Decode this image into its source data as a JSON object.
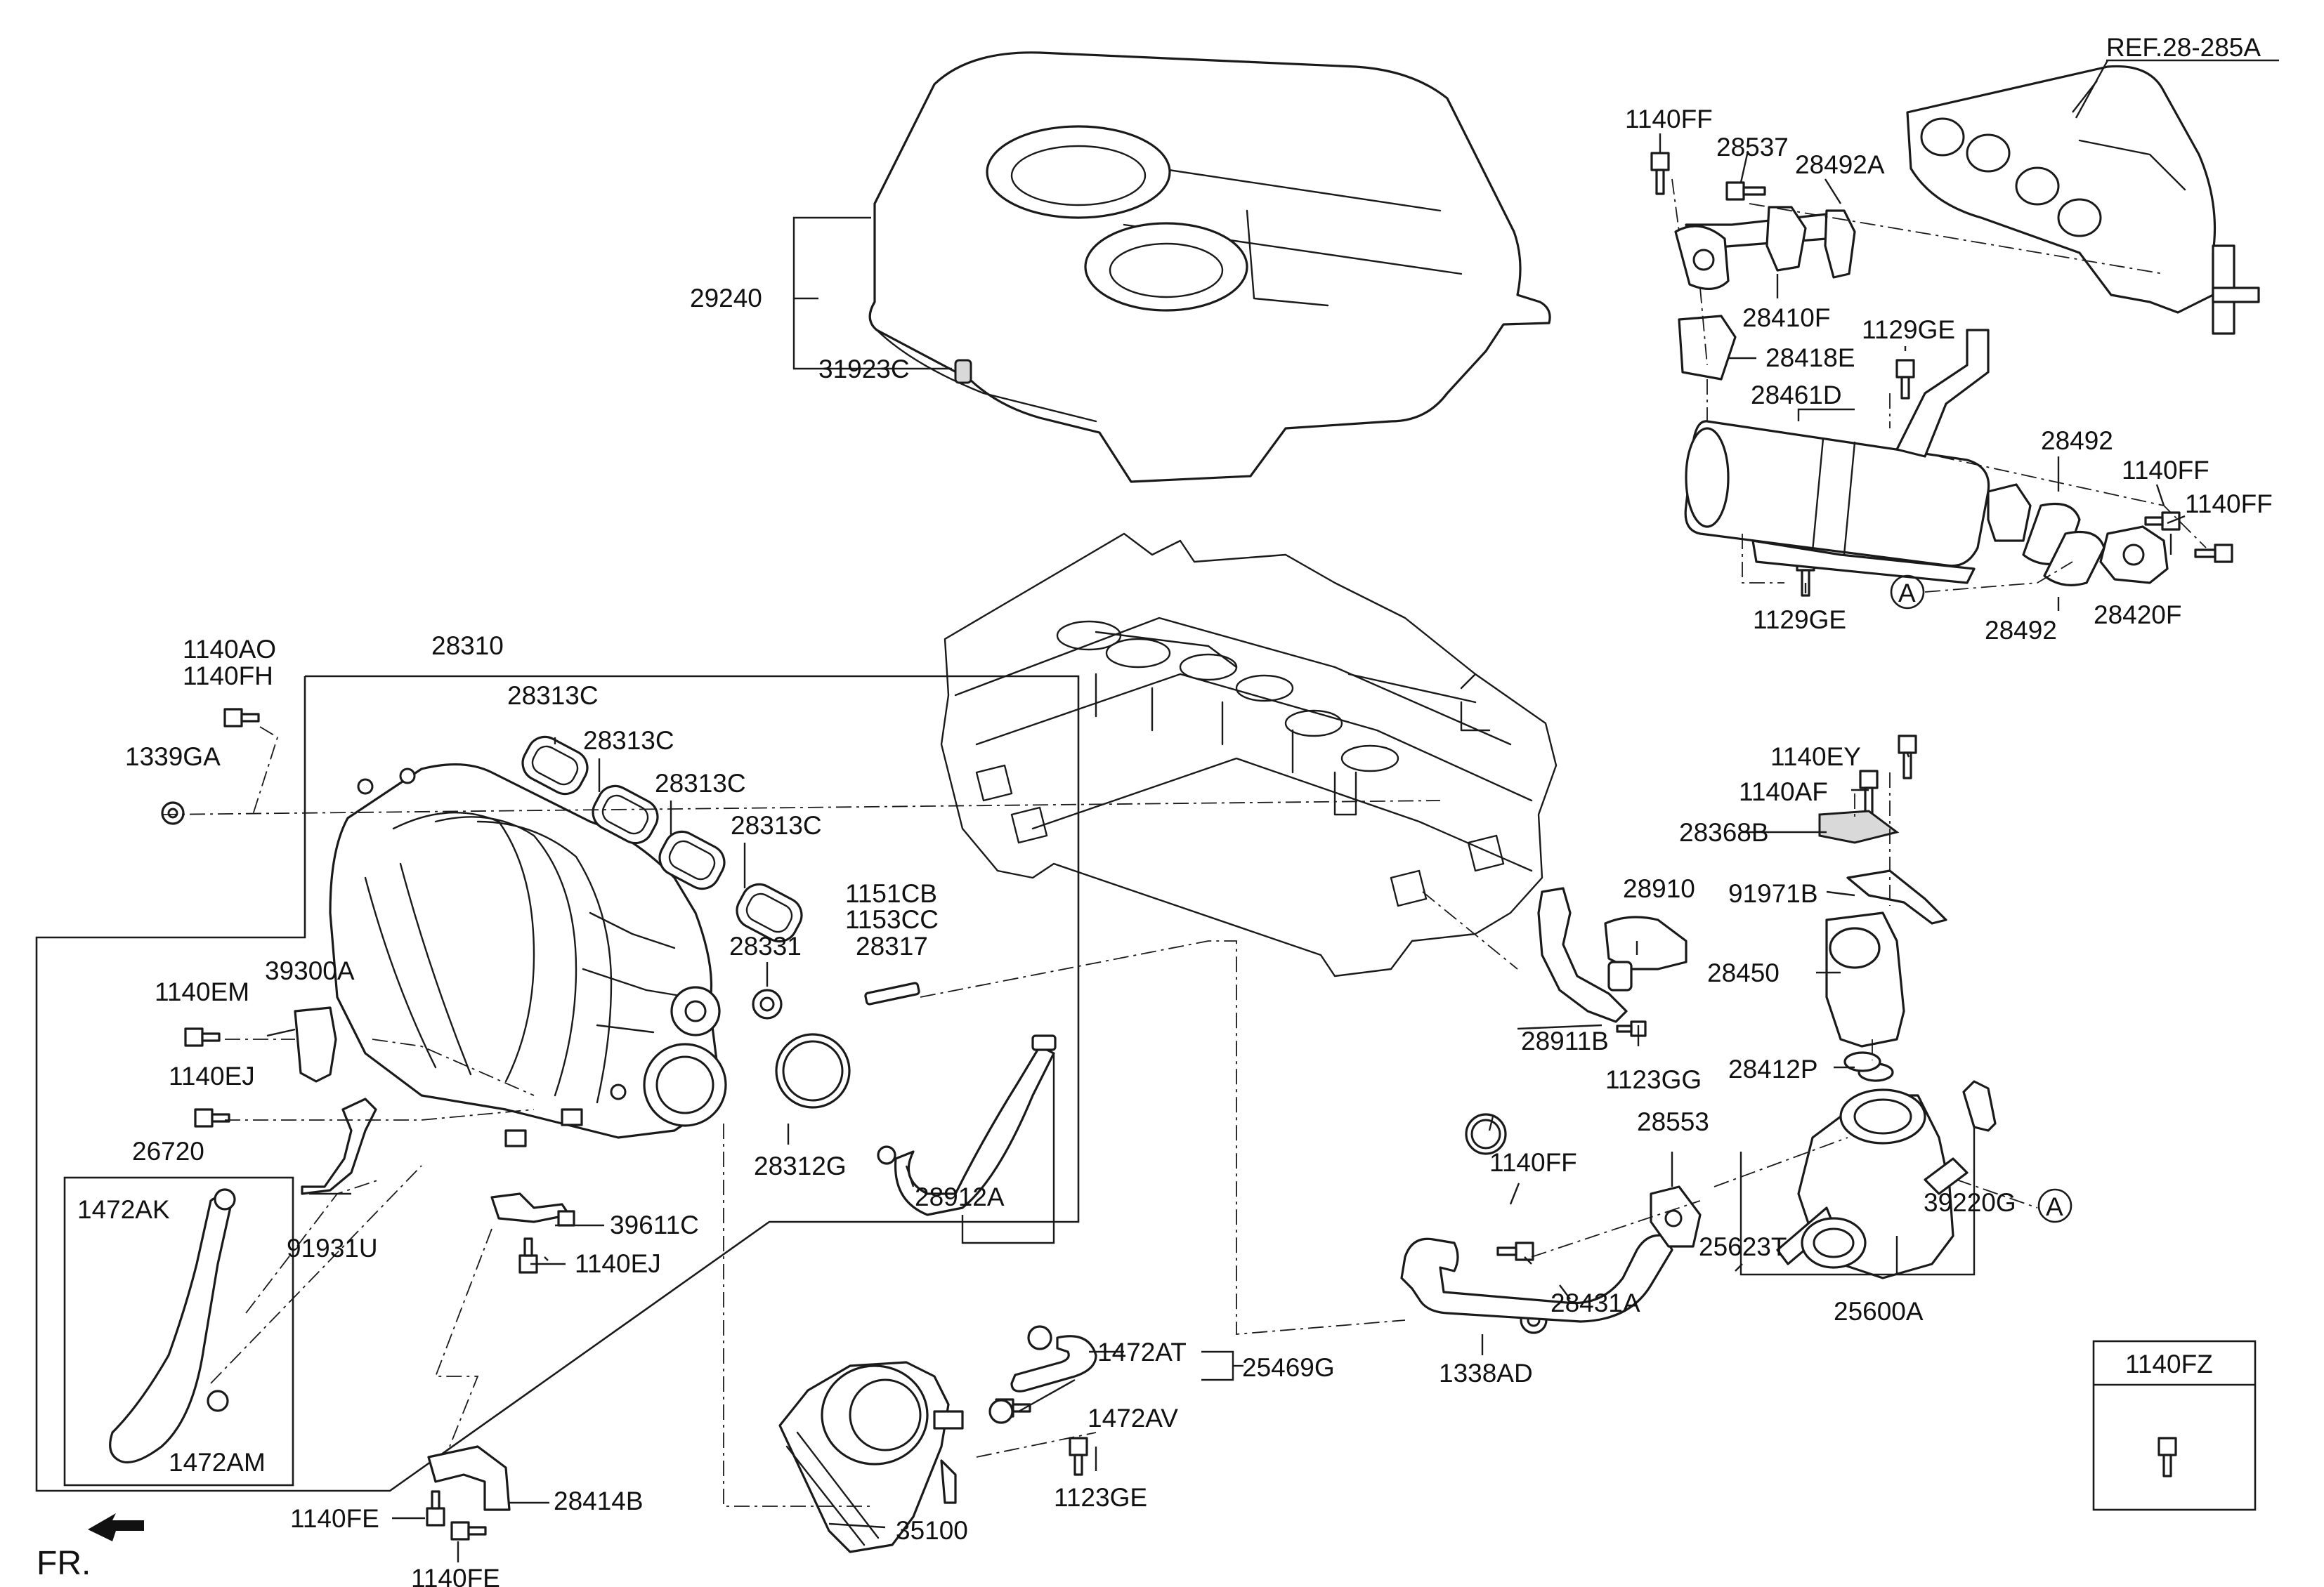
{
  "diagram": {
    "reference_label": "REF.28-285A",
    "front_marker": "FR.",
    "detail_marker": "A",
    "inset_part": "1140FZ",
    "parts": {
      "engine_cover": "29240",
      "cover_grommet": "31923C",
      "intake_manifold_assy": "28310",
      "manifold_gaskets": [
        "28313C",
        "28313C",
        "28313C",
        "28313C"
      ],
      "bolts_1140AO": "1140AO",
      "bolts_1140FH": "1140FH",
      "nut_1339GA": "1339GA",
      "stud_1151CB": "1151CB",
      "stud_1153CC": "1153CC",
      "stud_28317": "28317",
      "ring_28331": "28331",
      "sensor_39300A": "39300A",
      "bolt_1140EM": "1140EM",
      "bolt_1140EJ_a": "1140EJ",
      "bolt_1140EJ_b": "1140EJ",
      "hose_26720": "26720",
      "clamp_1472AK": "1472AK",
      "clamp_1472AM": "1472AM",
      "bracket_91931U": "91931U",
      "sensor_39611C": "39611C",
      "gasket_28312G": "28312G",
      "hose_28912A": "28912A",
      "bracket_28414B": "28414B",
      "bolt_1140FE_a": "1140FE",
      "bolt_1140FE_b": "1140FE",
      "throttle_body": "35100",
      "bolt_1123GE": "1123GE",
      "hose_25469G": "25469G",
      "clamp_1472AT": "1472AT",
      "clamp_1472AV": "1472AV",
      "nut_1338AD": "1338AD",
      "pipe_28431A": "28431A",
      "bolt_1140FF_pipe": "1140FF",
      "gasket_28553": "28553",
      "bracket_28911B": "28911B",
      "valve_28910": "28910",
      "bolt_1123GG": "1123GG",
      "bolt_1140EY": "1140EY",
      "bolt_1140AF": "1140AF",
      "bracket_28368B": "28368B",
      "bracket_91971B": "91971B",
      "egr_valve_28450": "28450",
      "gasket_28412P": "28412P",
      "housing_25600A": "25600A",
      "oring_25623T": "25623T",
      "sensor_39220G": "39220G",
      "bolt_1140FF_top": "1140FF",
      "bolt_28537": "28537",
      "gasket_28492A": "28492A",
      "pipe_28410F": "28410F",
      "gasket_28418E": "28418E",
      "bolt_1129GE_top": "1129GE",
      "cooler_28461D": "28461D",
      "gasket_28492_a": "28492",
      "gasket_28492_b": "28492",
      "bolt_1140FF_r1": "1140FF",
      "bolt_1140FF_r2": "1140FF",
      "flange_28420F": "28420F",
      "bolt_1129GE_bottom": "1129GE"
    }
  }
}
